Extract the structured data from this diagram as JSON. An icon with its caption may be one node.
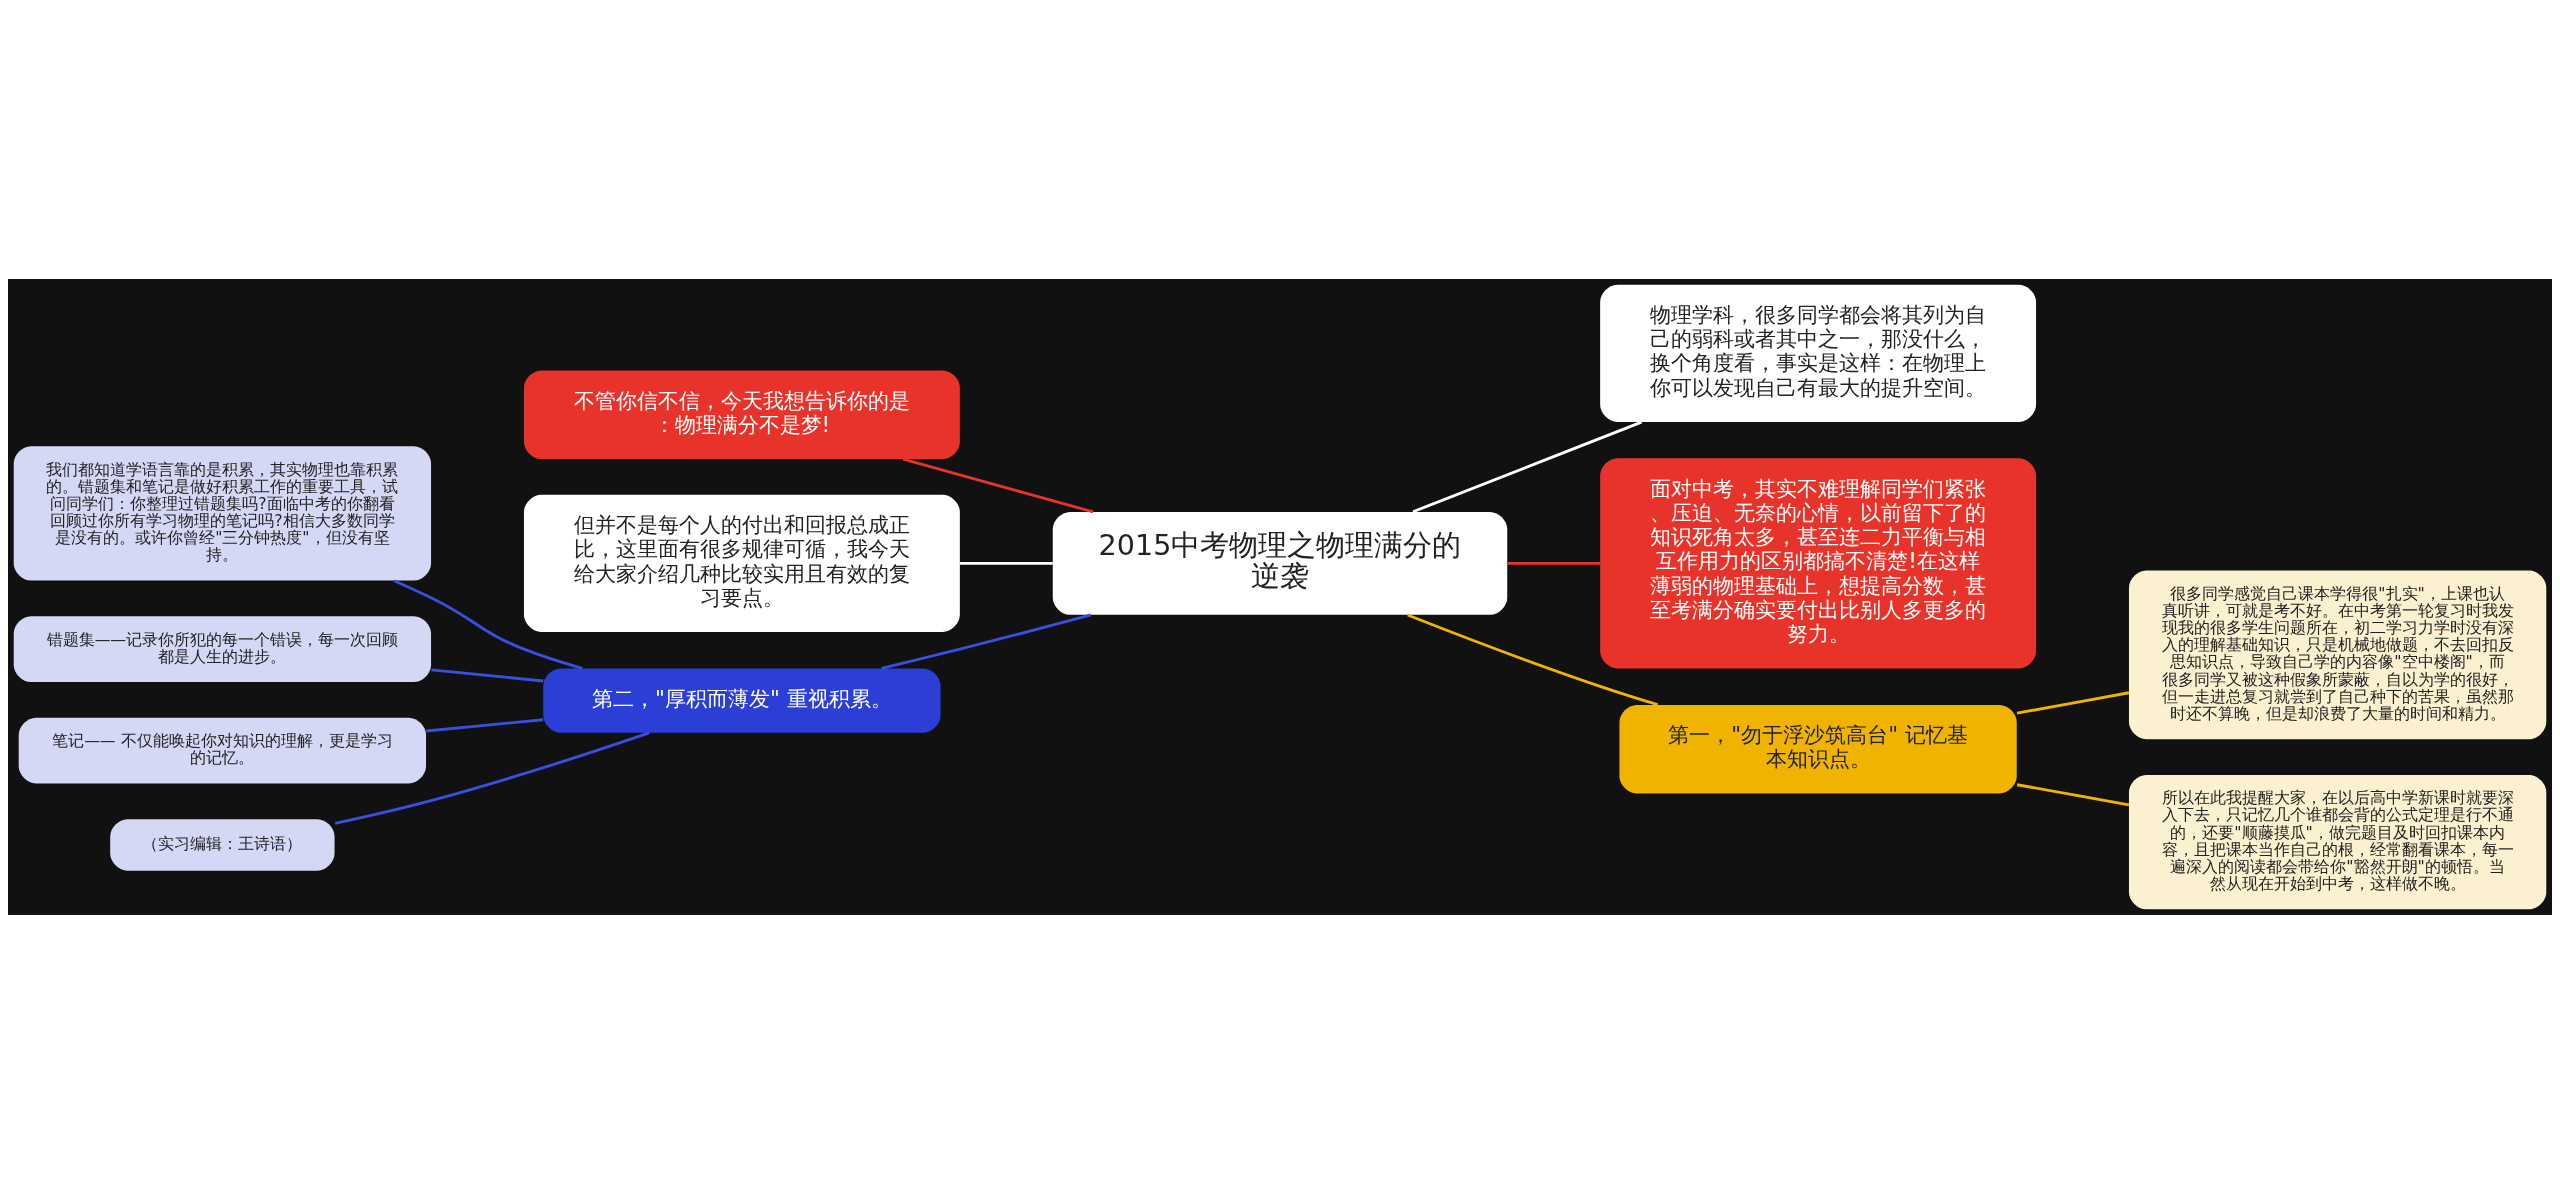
{
  "diagram": {
    "nodes": [
      {
        "text": [
          "2015中考物理之物理满分的逆袭"
        ]
      },
      {
        "text": [
          "物理学科，很多同学都会将其列为自己的弱科或者其中之一，那没什么，换个角度看，事实是这样：在物理上你可以发现自己有最大的提升空间。"
        ]
      },
      {
        "text": [
          "不管你信不信，今天我想告诉你的是：物理满分不是梦!"
        ]
      },
      {
        "text": [
          "但并不是每个人的付出和回报总成正比，这里面有很多规律可循，我今天给大家介绍几种比较实用且有效的复习要点。"
        ]
      },
      {
        "text": [
          "面对中考，其实不难理解同学们紧张、压迫、无奈的心情，以前留下了的知识死角太多，甚至连二力平衡与相互作用力的区别都搞不清楚!在这样薄弱的物理基础上，想提高分数，甚至考满分确实要付出比别人多更多的努力。"
        ]
      },
      {
        "text": [
          "我们都知道学语言靠的是积累，其实物理也靠积累的。错题集和笔记是做好积累工作的重要工具，试问同学们：你整理过错题集吗?面临中考的你翻看回顾过你所有学习物理的笔记吗?相信大多数同学是没有的。或许你曾经\"三分钟热度\"，但没有坚持。"
        ]
      },
      {
        "text": [
          "很多同学感觉自己课本学得很\"扎实\"，上课也认真听讲，可就是考不好。在中考第一轮复习时我发现我的很多学生问题所在，初二学习力学时没有深入的理解基础知识，只是机械地做题，不去回扣反思知识点，导致自己学的内容像\"空中楼阁\"，而很多同学又被这种假象所蒙蔽，自以为学的很好，但一走进总复习就尝到了自己种下的苦果，虽然那时还不算晚，但是却浪费了大量的时间和精力。"
        ]
      },
      {
        "text": [
          "错题集——记录你所犯的每一个错误，每一次回顾都是人生的进步。"
        ]
      },
      {
        "text": [
          "第二，\"厚积而薄发\" 重视积累。"
        ]
      },
      {
        "text": [
          "第一，\"勿于浮沙筑高台\" 记忆基本知识点。"
        ]
      },
      {
        "text": [
          "笔记—— 不仅能唤起你对知识的理解，更是学习的记忆。"
        ]
      },
      {
        "text": [
          "所以在此我提醒大家，在以后高中学新课时就要深入下去，只记忆几个谁都会背的公式定理是行不通的，还要\"顺藤摸瓜\"，做完题目及时回扣课本内容，且把课本当作自己的根，经常翻看课本，每一遍深入的阅读都会带给你\"豁然开朗\"的顿悟。当然从现在开始到中考，这样做不晚。"
        ]
      },
      {
        "text": [
          "（实习编辑：王诗语）"
        ]
      }
    ],
    "edges": [
      {
        "from": 0,
        "to": 2,
        "arrow": "none",
        "color": "#e8332a"
      },
      {
        "from": 0,
        "to": 1,
        "arrow": "none",
        "color": "#ffffff"
      },
      {
        "from": 0,
        "to": 3,
        "arrow": "none",
        "color": "#ffffff"
      },
      {
        "from": 0,
        "to": 4,
        "arrow": "none",
        "color": "#e8332a"
      },
      {
        "from": 0,
        "to": 8,
        "arrow": "none"
      },
      {
        "from": 0,
        "to": 9,
        "arrow": "none",
        "color": "#f0b400"
      },
      {
        "from": 8,
        "to": 5,
        "arrow": "none"
      },
      {
        "from": 8,
        "to": 7,
        "arrow": "none"
      },
      {
        "from": 8,
        "to": 10,
        "arrow": "none"
      },
      {
        "from": 8,
        "to": 12,
        "arrow": "none"
      },
      {
        "from": 9,
        "to": 6,
        "arrow": "none",
        "color": "#f0b400"
      },
      {
        "from": 9,
        "to": 11,
        "arrow": "none",
        "color": "#f0b400"
      }
    ]
  }
}
